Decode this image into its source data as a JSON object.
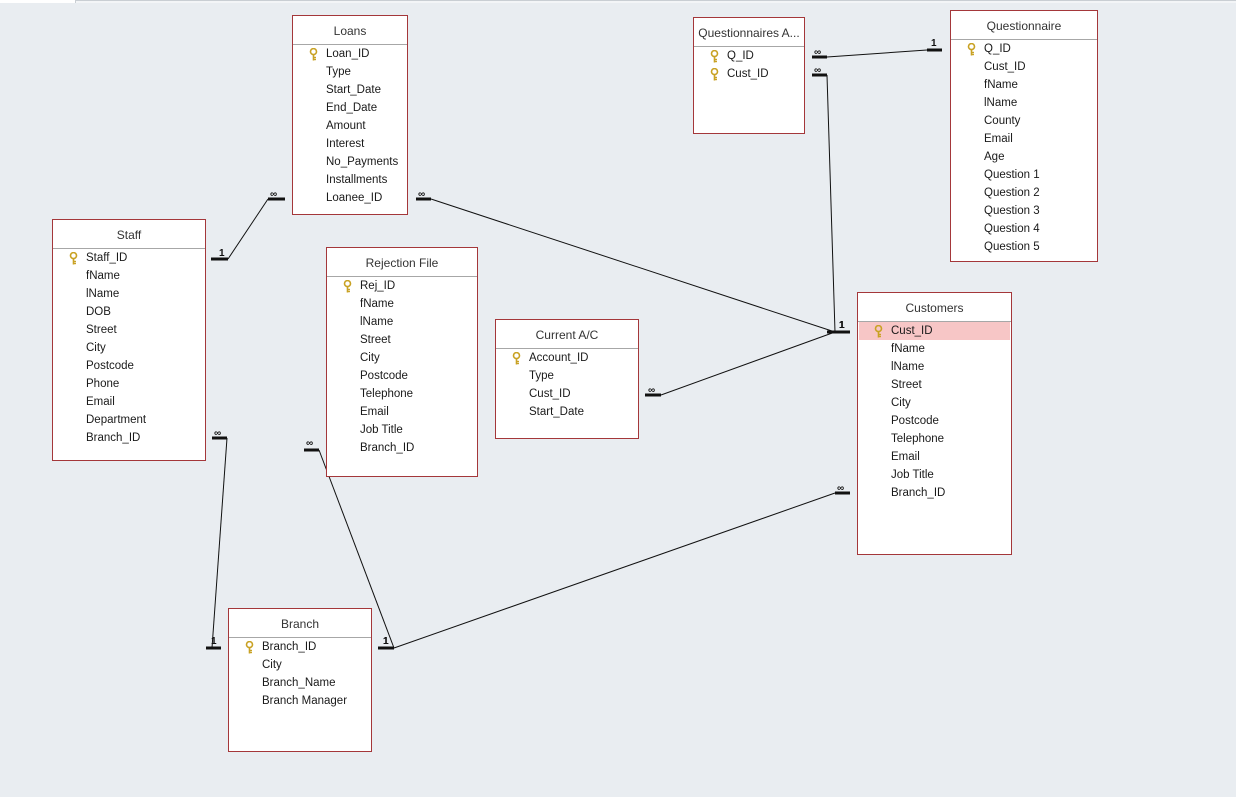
{
  "colors": {
    "background": "#e9edf1",
    "table_border": "#a4373a",
    "selected_field": "#f7c6c6",
    "key_icon": "#c9a224"
  },
  "tables": {
    "loans": {
      "title": "Loans",
      "fields": [
        {
          "name": "Loan_ID",
          "key": true
        },
        {
          "name": "Type"
        },
        {
          "name": "Start_Date"
        },
        {
          "name": "End_Date"
        },
        {
          "name": "Amount"
        },
        {
          "name": "Interest"
        },
        {
          "name": "No_Payments"
        },
        {
          "name": "Installments"
        },
        {
          "name": "Loanee_ID"
        }
      ]
    },
    "questionnaires_a": {
      "title": "Questionnaires A...",
      "fields": [
        {
          "name": "Q_ID",
          "key": true
        },
        {
          "name": "Cust_ID",
          "key": true
        }
      ]
    },
    "questionnaire": {
      "title": "Questionnaire",
      "fields": [
        {
          "name": "Q_ID",
          "key": true
        },
        {
          "name": "Cust_ID"
        },
        {
          "name": "fName"
        },
        {
          "name": "lName"
        },
        {
          "name": "County"
        },
        {
          "name": "Email"
        },
        {
          "name": "Age"
        },
        {
          "name": "Question 1"
        },
        {
          "name": "Question 2"
        },
        {
          "name": "Question 3"
        },
        {
          "name": "Question 4"
        },
        {
          "name": "Question 5"
        }
      ]
    },
    "staff": {
      "title": "Staff",
      "fields": [
        {
          "name": "Staff_ID",
          "key": true
        },
        {
          "name": "fName"
        },
        {
          "name": "lName"
        },
        {
          "name": "DOB"
        },
        {
          "name": "Street"
        },
        {
          "name": "City"
        },
        {
          "name": "Postcode"
        },
        {
          "name": "Phone"
        },
        {
          "name": "Email"
        },
        {
          "name": "Department"
        },
        {
          "name": "Branch_ID"
        }
      ]
    },
    "rejection_file": {
      "title": "Rejection File",
      "fields": [
        {
          "name": "Rej_ID",
          "key": true
        },
        {
          "name": "fName"
        },
        {
          "name": "lName"
        },
        {
          "name": "Street"
        },
        {
          "name": "City"
        },
        {
          "name": "Postcode"
        },
        {
          "name": "Telephone"
        },
        {
          "name": "Email"
        },
        {
          "name": "Job Title"
        },
        {
          "name": "Branch_ID"
        }
      ]
    },
    "current_ac": {
      "title": "Current A/C",
      "fields": [
        {
          "name": "Account_ID",
          "key": true
        },
        {
          "name": "Type"
        },
        {
          "name": "Cust_ID"
        },
        {
          "name": "Start_Date"
        }
      ]
    },
    "customers": {
      "title": "Customers",
      "fields": [
        {
          "name": "Cust_ID",
          "key": true,
          "selected": true
        },
        {
          "name": "fName"
        },
        {
          "name": "lName"
        },
        {
          "name": "Street"
        },
        {
          "name": "City"
        },
        {
          "name": "Postcode"
        },
        {
          "name": "Telephone"
        },
        {
          "name": "Email"
        },
        {
          "name": "Job Title"
        },
        {
          "name": "Branch_ID"
        }
      ]
    },
    "branch": {
      "title": "Branch",
      "fields": [
        {
          "name": "Branch_ID",
          "key": true
        },
        {
          "name": "City"
        },
        {
          "name": "Branch_Name"
        },
        {
          "name": "Branch Manager"
        }
      ]
    }
  },
  "relationships": [
    {
      "from": "staff",
      "from_card": "1",
      "to": "loans",
      "to_card": "∞"
    },
    {
      "from": "customers",
      "from_card": "1",
      "to": "loans",
      "to_card": "∞"
    },
    {
      "from": "customers",
      "from_card": "1",
      "to": "current_ac",
      "to_card": "∞"
    },
    {
      "from": "customers",
      "from_card": "1",
      "to": "questionnaires_a",
      "to_card": "∞"
    },
    {
      "from": "questionnaire",
      "from_card": "1",
      "to": "questionnaires_a",
      "to_card": "∞"
    },
    {
      "from": "branch",
      "from_card": "1",
      "to": "staff",
      "to_card": "∞"
    },
    {
      "from": "branch",
      "from_card": "1",
      "to": "rejection_file",
      "to_card": "∞"
    },
    {
      "from": "branch",
      "from_card": "1",
      "to": "customers",
      "to_card": "∞"
    }
  ]
}
